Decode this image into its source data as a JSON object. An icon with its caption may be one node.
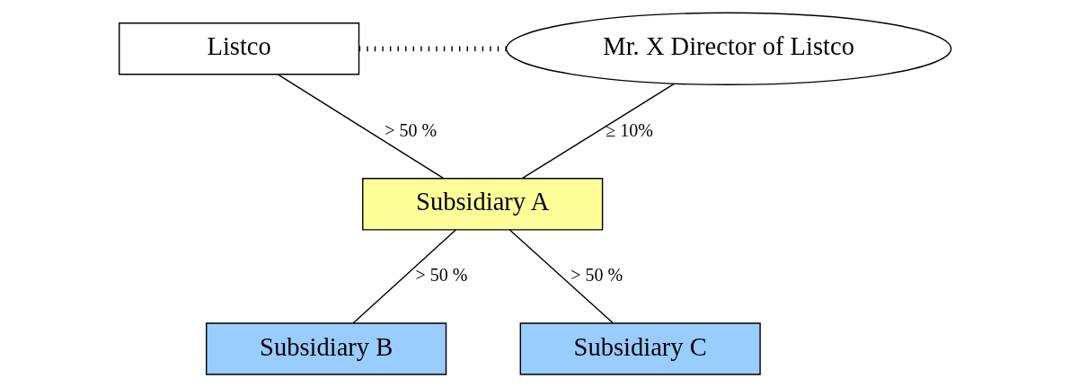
{
  "diagram": {
    "nodes": [
      {
        "text": [
          "Listco"
        ]
      },
      {
        "text": [
          "Mr. X Director of Listco"
        ]
      },
      {
        "text": [
          "Subsidiary A"
        ]
      },
      {
        "text": [
          "Subsidiary B"
        ]
      },
      {
        "text": [
          "Subsidiary C"
        ]
      }
    ],
    "edges": [
      {
        "from": 0,
        "to": 1,
        "arrow": "none",
        "style": "dashed"
      },
      {
        "from": 0,
        "to": 2,
        "arrow": "none",
        "label": "> 50 %"
      },
      {
        "from": 1,
        "to": 2,
        "arrow": "none",
        "label": "≥ 10%"
      },
      {
        "from": 2,
        "to": 3,
        "arrow": "none",
        "label": "> 50 %"
      },
      {
        "from": 2,
        "to": 4,
        "arrow": "none",
        "label": "> 50 %"
      }
    ]
  }
}
